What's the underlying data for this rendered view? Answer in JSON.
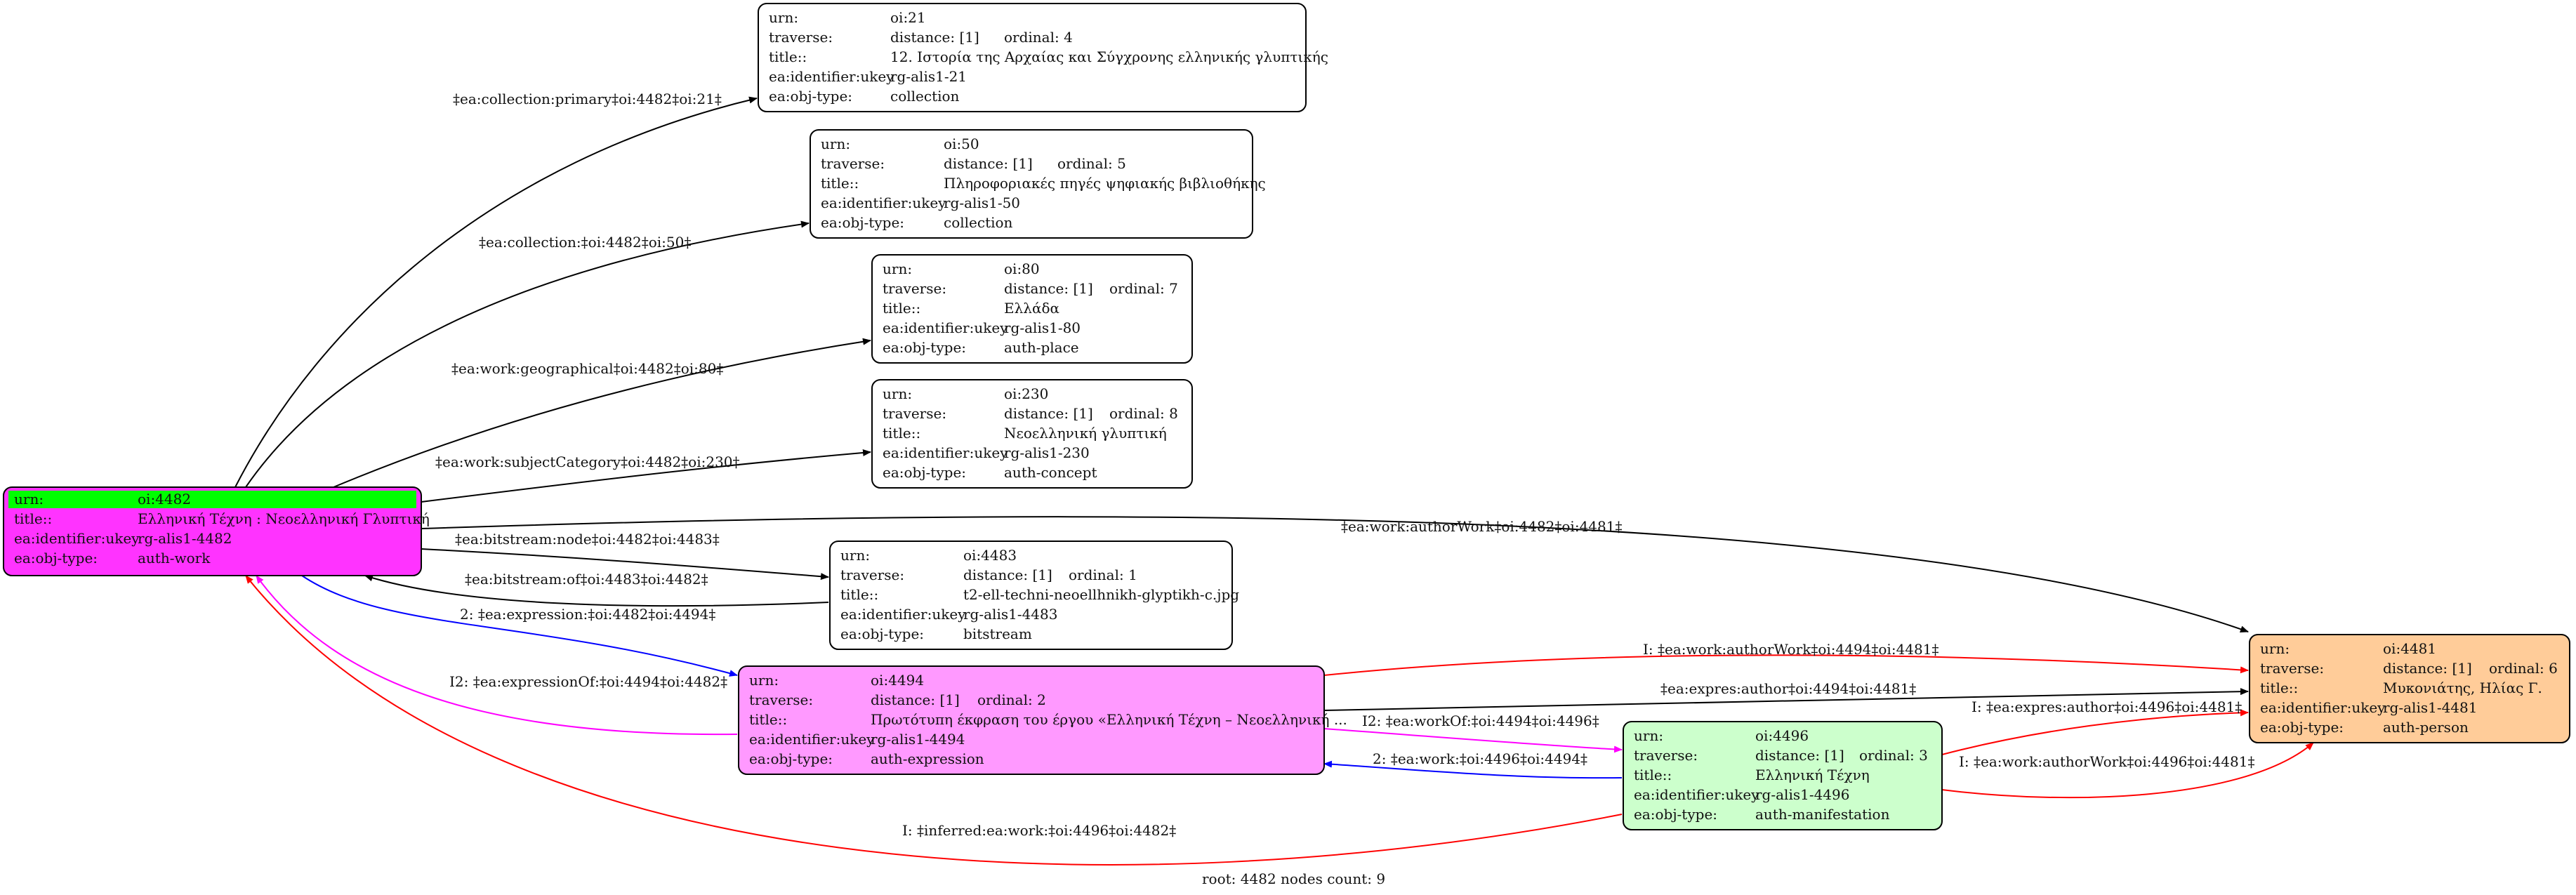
{
  "colors": {
    "root_fill": "#ff33ff",
    "root_header": "#00ff00",
    "expression_fill": "#ff99ff",
    "manifestation_fill": "#ccffcc",
    "person_fill": "#ffcc99",
    "plain_fill": "#ffffff",
    "stroke": "#000000",
    "edge_black": "#000000",
    "edge_red": "#ff0000",
    "edge_blue": "#0000ff",
    "edge_magenta": "#ff00ff"
  },
  "nodes": {
    "n4482": {
      "rows": [
        {
          "key": "urn:",
          "value": "oi:4482"
        },
        {
          "key": "title::",
          "value": "Ελληνική Τέχνη : Νεοελληνική Γλυπτική"
        },
        {
          "key": "ea:identifier:ukey",
          "value": "rg-alis1-4482"
        },
        {
          "key": "ea:obj-type:",
          "value": "auth-work"
        }
      ]
    },
    "n21": {
      "rows": [
        {
          "key": "urn:",
          "value": "oi:21"
        },
        {
          "key": "traverse:",
          "value": "distance: [1]",
          "value2": "ordinal: 4"
        },
        {
          "key": "title::",
          "value": "12. Ιστορία της Αρχαίας και Σύγχρονης ελληνικής γλυπτικής"
        },
        {
          "key": "ea:identifier:ukey",
          "value": "rg-alis1-21"
        },
        {
          "key": "ea:obj-type:",
          "value": "collection"
        }
      ]
    },
    "n50": {
      "rows": [
        {
          "key": "urn:",
          "value": "oi:50"
        },
        {
          "key": "traverse:",
          "value": "distance: [1]",
          "value2": "ordinal: 5"
        },
        {
          "key": "title::",
          "value": "Πληροφοριακές πηγές ψηφιακής βιβλιοθήκης"
        },
        {
          "key": "ea:identifier:ukey",
          "value": "rg-alis1-50"
        },
        {
          "key": "ea:obj-type:",
          "value": "collection"
        }
      ]
    },
    "n80": {
      "rows": [
        {
          "key": "urn:",
          "value": "oi:80"
        },
        {
          "key": "traverse:",
          "value": "distance: [1]",
          "value2": "ordinal: 7"
        },
        {
          "key": "title::",
          "value": "Ελλάδα"
        },
        {
          "key": "ea:identifier:ukey",
          "value": "rg-alis1-80"
        },
        {
          "key": "ea:obj-type:",
          "value": "auth-place"
        }
      ]
    },
    "n230": {
      "rows": [
        {
          "key": "urn:",
          "value": "oi:230"
        },
        {
          "key": "traverse:",
          "value": "distance: [1]",
          "value2": "ordinal: 8"
        },
        {
          "key": "title::",
          "value": "Νεοελληνική γλυπτική"
        },
        {
          "key": "ea:identifier:ukey",
          "value": "rg-alis1-230"
        },
        {
          "key": "ea:obj-type:",
          "value": "auth-concept"
        }
      ]
    },
    "n4483": {
      "rows": [
        {
          "key": "urn:",
          "value": "oi:4483"
        },
        {
          "key": "traverse:",
          "value": "distance: [1]",
          "value2": "ordinal: 1"
        },
        {
          "key": "title::",
          "value": "t2-ell-techni-neoellhnikh-glyptikh-c.jpg"
        },
        {
          "key": "ea:identifier:ukey",
          "value": "rg-alis1-4483"
        },
        {
          "key": "ea:obj-type:",
          "value": "bitstream"
        }
      ]
    },
    "n4494": {
      "rows": [
        {
          "key": "urn:",
          "value": "oi:4494"
        },
        {
          "key": "traverse:",
          "value": "distance: [1]",
          "value2": "ordinal: 2"
        },
        {
          "key": "title::",
          "value": "Πρωτότυπη έκφραση του έργου «Ελληνική Τέχνη – Νεοελληνική ..."
        },
        {
          "key": "ea:identifier:ukey",
          "value": "rg-alis1-4494"
        },
        {
          "key": "ea:obj-type:",
          "value": "auth-expression"
        }
      ]
    },
    "n4496": {
      "rows": [
        {
          "key": "urn:",
          "value": "oi:4496"
        },
        {
          "key": "traverse:",
          "value": "distance: [1]",
          "value2": "ordinal: 3"
        },
        {
          "key": "title::",
          "value": "Ελληνική Τέχνη"
        },
        {
          "key": "ea:identifier:ukey",
          "value": "rg-alis1-4496"
        },
        {
          "key": "ea:obj-type:",
          "value": "auth-manifestation"
        }
      ]
    },
    "n4481": {
      "rows": [
        {
          "key": "urn:",
          "value": "oi:4481"
        },
        {
          "key": "traverse:",
          "value": "distance: [1]",
          "value2": "ordinal: 6"
        },
        {
          "key": "title::",
          "value": "Μυκονιάτης, Ηλίας Γ."
        },
        {
          "key": "ea:identifier:ukey",
          "value": "rg-alis1-4481"
        },
        {
          "key": "ea:obj-type:",
          "value": "auth-person"
        }
      ]
    }
  },
  "edges": {
    "e_coll21": "‡ea:collection:primary‡oi:4482‡oi:21‡",
    "e_coll50": "‡ea:collection:‡oi:4482‡oi:50‡",
    "e_geo80": "‡ea:work:geographical‡oi:4482‡oi:80‡",
    "e_subj230": "‡ea:work:subjectCategory‡oi:4482‡oi:230‡",
    "e_authorwork_4482": "‡ea:work:authorWork‡oi:4482‡oi:4481‡",
    "e_bitnode": "‡ea:bitstream:node‡oi:4482‡oi:4483‡",
    "e_bitof": "‡ea:bitstream:of‡oi:4483‡oi:4482‡",
    "e_expression": "2: ‡ea:expression:‡oi:4482‡oi:4494‡",
    "e_expressionof": "I2: ‡ea:expressionOf:‡oi:4494‡oi:4482‡",
    "e_authorwork_4494": "I: ‡ea:work:authorWork‡oi:4494‡oi:4481‡",
    "e_expresauthor_4494": "‡ea:expres:author‡oi:4494‡oi:4481‡",
    "e_workof": "I2: ‡ea:workOf:‡oi:4494‡oi:4496‡",
    "e_work_4496": "2: ‡ea:work:‡oi:4496‡oi:4494‡",
    "e_expresauthor_4496": "I: ‡ea:expres:author‡oi:4496‡oi:4481‡",
    "e_authorwork_4496": "I: ‡ea:work:authorWork‡oi:4496‡oi:4481‡",
    "e_inferred": "I: ‡inferred:ea:work:‡oi:4496‡oi:4482‡"
  },
  "caption": "root: 4482 nodes count: 9"
}
